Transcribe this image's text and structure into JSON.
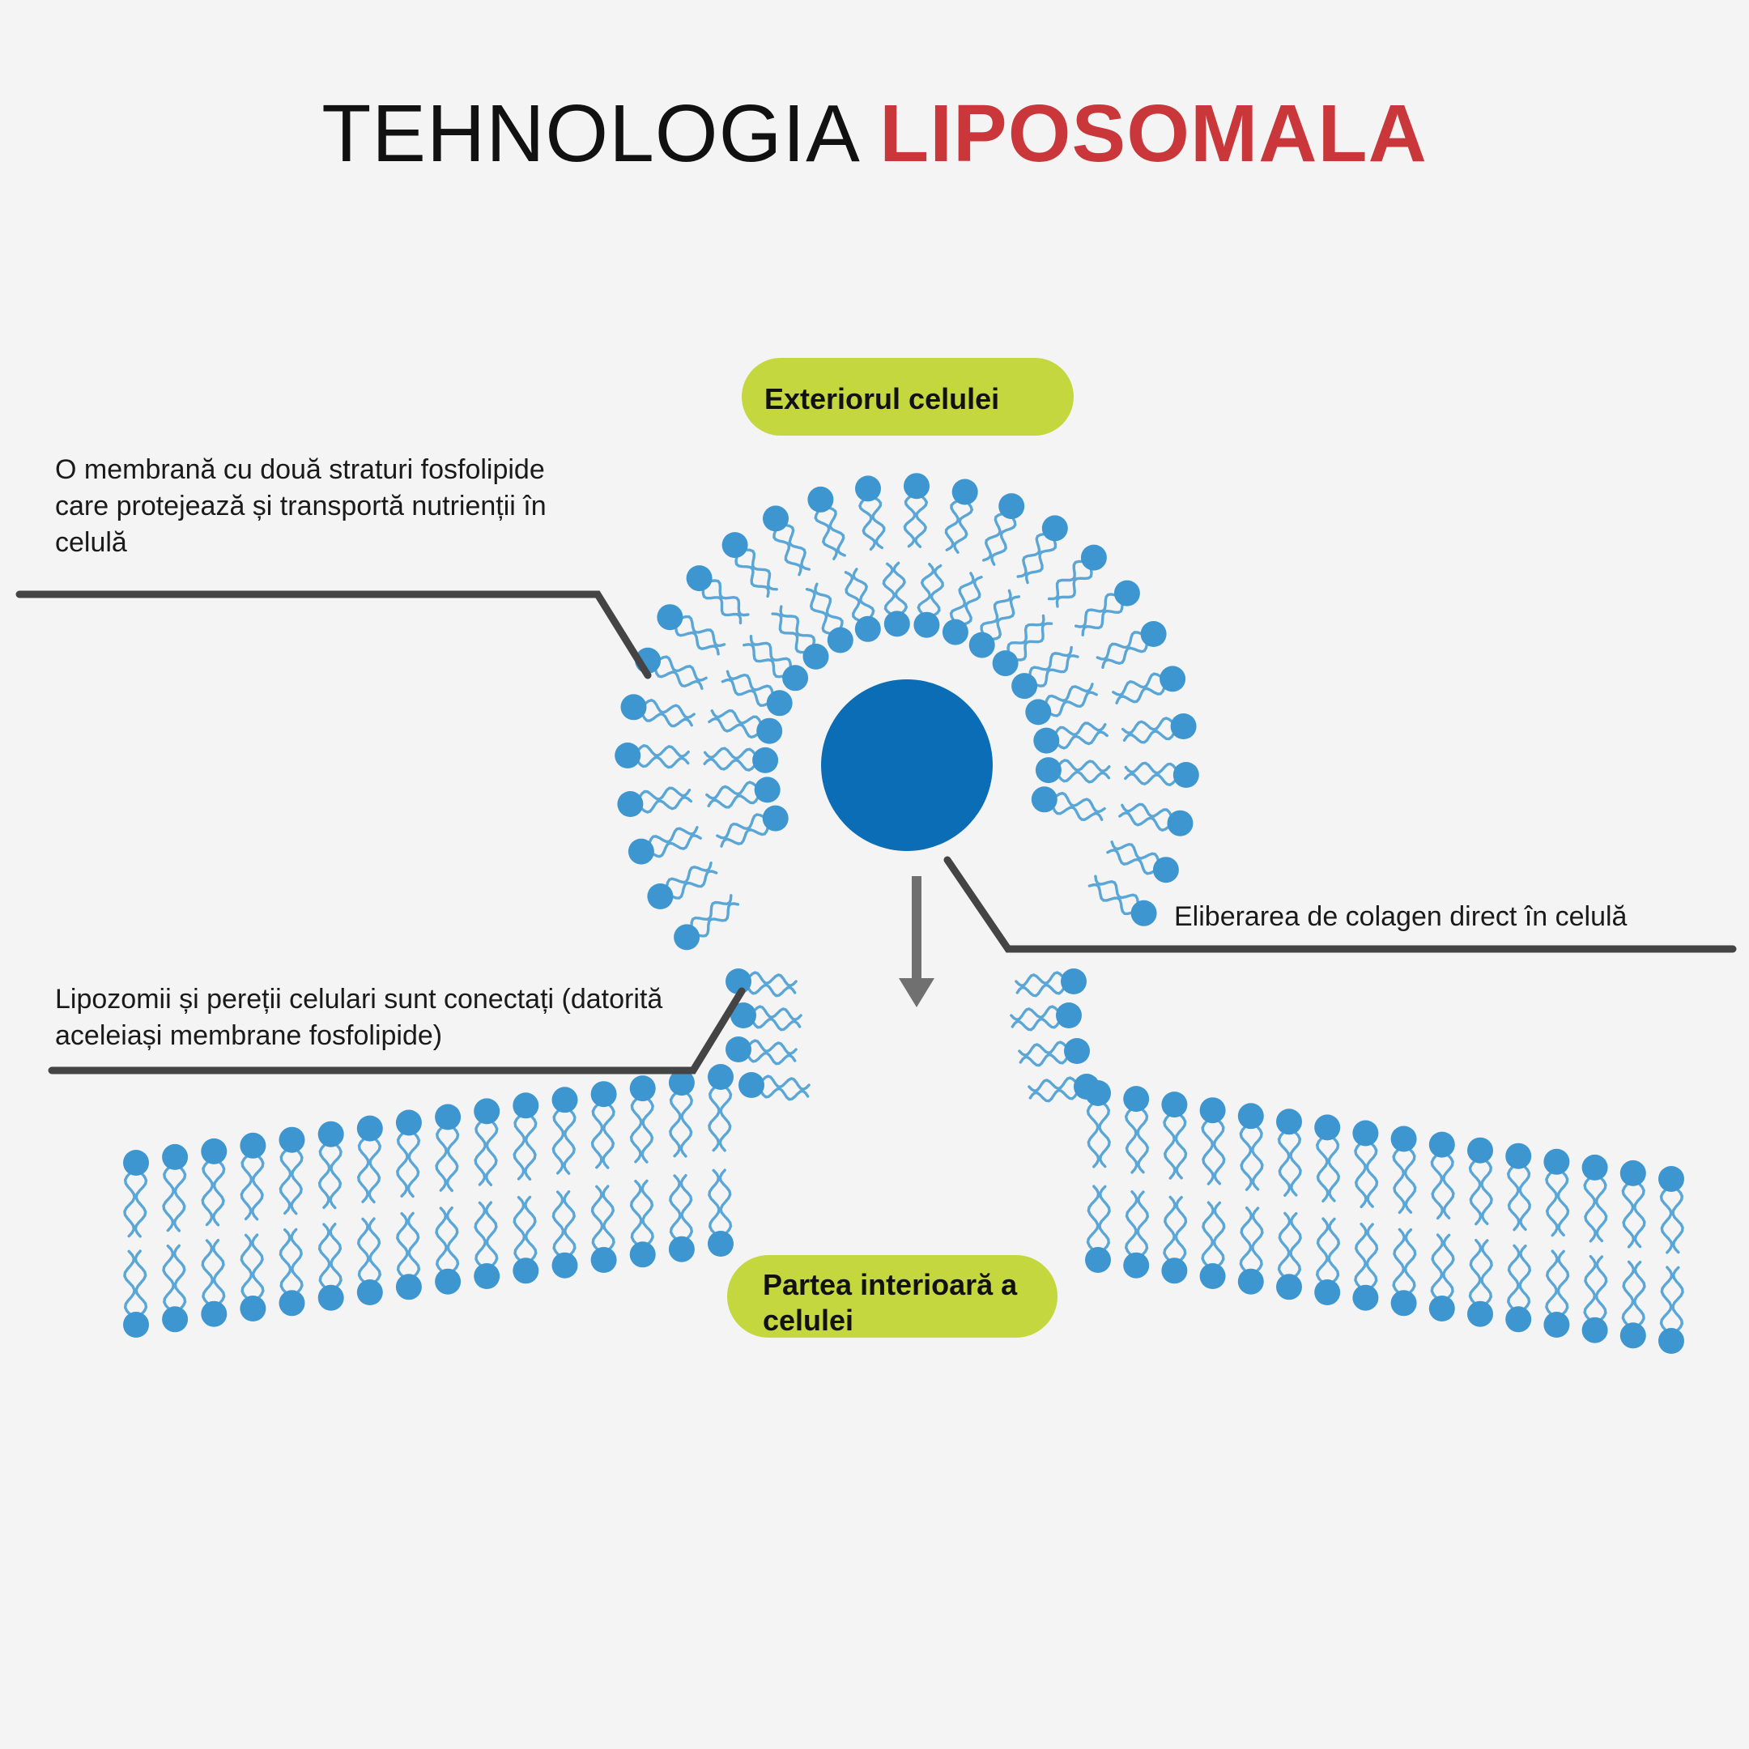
{
  "title": {
    "prefix": "TEHNOLOGIA",
    "accent": "LIPOSOMALA"
  },
  "labels": {
    "exterior": "Exteriorul celulei",
    "interior": "Partea interioară a celulei"
  },
  "annotations": {
    "membrane": "O membrană cu două straturi fosfolipide care protejează și transportă nutrienții în celulă",
    "release": "Eliberarea de colagen direct în celulă",
    "connection": "Lipozomii și pereții celulari sunt conectați (datorită aceleiași membrane fosfolipide)"
  },
  "colors": {
    "accent": "#c9373a",
    "pill": "#c5d73f",
    "core": "#0a6db5",
    "lipid_head": "#3d96d0",
    "lipid_tail": "#5aa6d6",
    "leader": "#444444",
    "arrow": "#707070"
  }
}
